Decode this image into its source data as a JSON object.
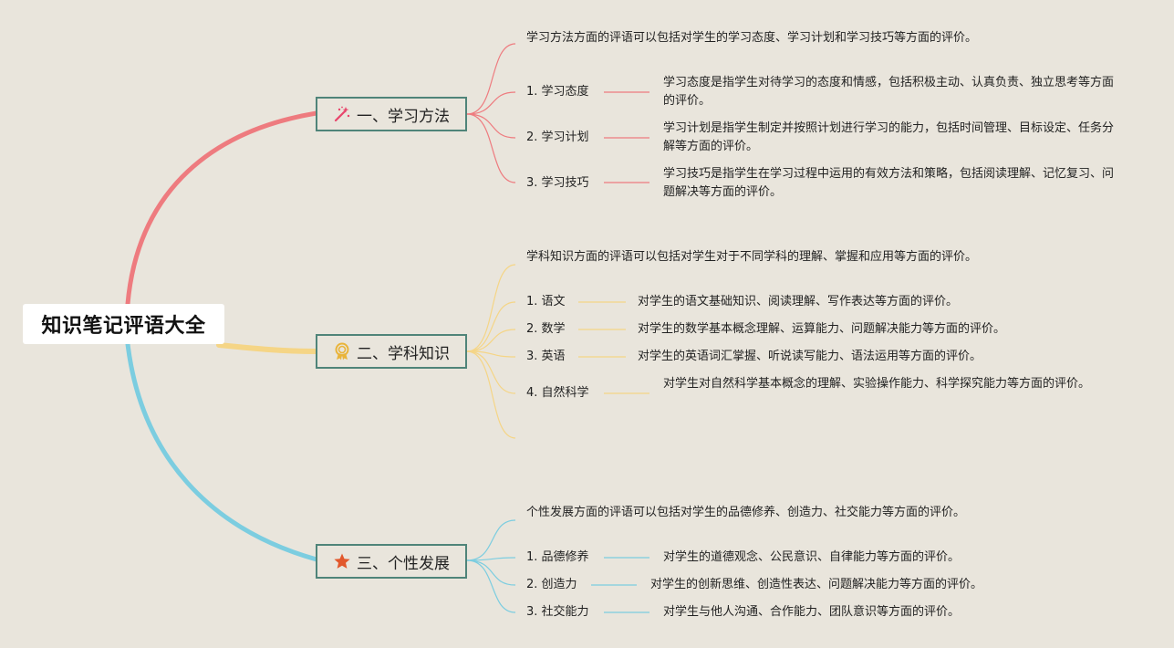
{
  "root": {
    "title": "知识笔记评语大全"
  },
  "branches": [
    {
      "title": "一、学习方法",
      "icon": "magic-wand-icon",
      "color": "#ee7b7f",
      "desc": "学习方法方面的评语可以包括对学生的学习态度、学习计划和学习技巧等方面的评价。",
      "items": [
        {
          "label": "1. 学习态度",
          "text": "学习态度是指学生对待学习的态度和情感，包括积极主动、认真负责、独立思考等方面的评价。"
        },
        {
          "label": "2. 学习计划",
          "text": "学习计划是指学生制定并按照计划进行学习的能力，包括时间管理、目标设定、任务分解等方面的评价。"
        },
        {
          "label": "3. 学习技巧",
          "text": "学习技巧是指学生在学习过程中运用的有效方法和策略，包括阅读理解、记忆复习、问题解决等方面的评价。"
        }
      ]
    },
    {
      "title": "二、学科知识",
      "icon": "medal-icon",
      "color": "#f5d586",
      "desc": "学科知识方面的评语可以包括对学生对于不同学科的理解、掌握和应用等方面的评价。",
      "items": [
        {
          "label": "1. 语文",
          "text": "对学生的语文基础知识、阅读理解、写作表达等方面的评价。"
        },
        {
          "label": "2. 数学",
          "text": "对学生的数学基本概念理解、运算能力、问题解决能力等方面的评价。"
        },
        {
          "label": "3. 英语",
          "text": "对学生的英语词汇掌握、听说读写能力、语法运用等方面的评价。"
        },
        {
          "label": "4. 自然科学",
          "text": "对学生对自然科学基本概念的理解、实验操作能力、科学探究能力等方面的评价。"
        }
      ]
    },
    {
      "title": "三、个性发展",
      "icon": "star-icon",
      "color": "#7ccde0",
      "desc": "个性发展方面的评语可以包括对学生的品德修养、创造力、社交能力等方面的评价。",
      "items": [
        {
          "label": "1. 品德修养",
          "text": "对学生的道德观念、公民意识、自律能力等方面的评价。"
        },
        {
          "label": "2. 创造力",
          "text": "对学生的创新思维、创造性表达、问题解决能力等方面的评价。"
        },
        {
          "label": "3. 社交能力",
          "text": "对学生与他人沟通、合作能力、团队意识等方面的评价。"
        }
      ]
    }
  ]
}
